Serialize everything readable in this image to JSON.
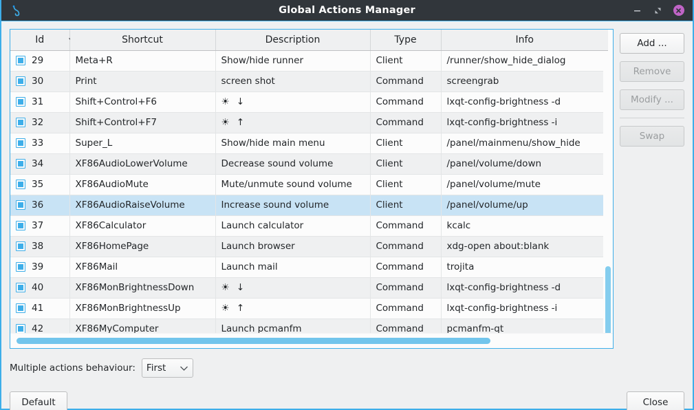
{
  "window": {
    "title": "Global Actions Manager",
    "app_icon": "lxqt-logo-icon",
    "minimize_label": "Minimize",
    "maximize_label": "Maximize",
    "close_label": "Close window"
  },
  "table": {
    "columns": [
      "Id",
      "Shortcut",
      "Description",
      "Type",
      "Info"
    ],
    "sort_column": "Id",
    "sort_direction": "descending",
    "rows": [
      {
        "id": "29",
        "shortcut": "Meta+R",
        "description": "Show/hide runner",
        "type": "Client",
        "info": "/runner/show_hide_dialog",
        "checked": true,
        "selected": false
      },
      {
        "id": "30",
        "shortcut": "Print",
        "description": "screen shot",
        "type": "Command",
        "info": "screengrab",
        "checked": true,
        "selected": false
      },
      {
        "id": "31",
        "shortcut": "Shift+Control+F6",
        "description": "☀ ↓",
        "type": "Command",
        "info": "lxqt-config-brightness -d",
        "checked": true,
        "selected": false
      },
      {
        "id": "32",
        "shortcut": "Shift+Control+F7",
        "description": "☀ ↑",
        "type": "Command",
        "info": "lxqt-config-brightness -i",
        "checked": true,
        "selected": false
      },
      {
        "id": "33",
        "shortcut": "Super_L",
        "description": "Show/hide main menu",
        "type": "Client",
        "info": "/panel/mainmenu/show_hide",
        "checked": true,
        "selected": false
      },
      {
        "id": "34",
        "shortcut": "XF86AudioLowerVolume",
        "description": "Decrease sound volume",
        "type": "Client",
        "info": "/panel/volume/down",
        "checked": true,
        "selected": false
      },
      {
        "id": "35",
        "shortcut": "XF86AudioMute",
        "description": "Mute/unmute sound volume",
        "type": "Client",
        "info": "/panel/volume/mute",
        "checked": true,
        "selected": false
      },
      {
        "id": "36",
        "shortcut": "XF86AudioRaiseVolume",
        "description": "Increase sound volume",
        "type": "Client",
        "info": "/panel/volume/up",
        "checked": true,
        "selected": true
      },
      {
        "id": "37",
        "shortcut": "XF86Calculator",
        "description": "Launch calculator",
        "type": "Command",
        "info": "kcalc",
        "checked": true,
        "selected": false
      },
      {
        "id": "38",
        "shortcut": "XF86HomePage",
        "description": "Launch browser",
        "type": "Command",
        "info": "xdg-open about:blank",
        "checked": true,
        "selected": false
      },
      {
        "id": "39",
        "shortcut": "XF86Mail",
        "description": "Launch mail",
        "type": "Command",
        "info": "trojita",
        "checked": true,
        "selected": false
      },
      {
        "id": "40",
        "shortcut": "XF86MonBrightnessDown",
        "description": "☀ ↓",
        "type": "Command",
        "info": "lxqt-config-brightness -d",
        "checked": true,
        "selected": false
      },
      {
        "id": "41",
        "shortcut": "XF86MonBrightnessUp",
        "description": "☀ ↑",
        "type": "Command",
        "info": "lxqt-config-brightness -i",
        "checked": true,
        "selected": false
      },
      {
        "id": "42",
        "shortcut": "XF86MyComputer",
        "description": "Launch pcmanfm",
        "type": "Command",
        "info": "pcmanfm-qt",
        "checked": true,
        "selected": false
      }
    ]
  },
  "side_buttons": [
    {
      "label": "Add ...",
      "enabled": true
    },
    {
      "label": "Remove",
      "enabled": false
    },
    {
      "label": "Modify ...",
      "enabled": false
    },
    {
      "label": "Swap",
      "enabled": false
    }
  ],
  "behaviour": {
    "label": "Multiple actions behaviour:",
    "selected": "First"
  },
  "footer": {
    "default_label": "Default",
    "close_label": "Close"
  },
  "colors": {
    "accent": "#3daee9",
    "titlebar_bg": "#31363b",
    "selection": "#c8e3f5",
    "close_button": "#c064c7",
    "scrollbar_thumb": "#72c5ec"
  }
}
